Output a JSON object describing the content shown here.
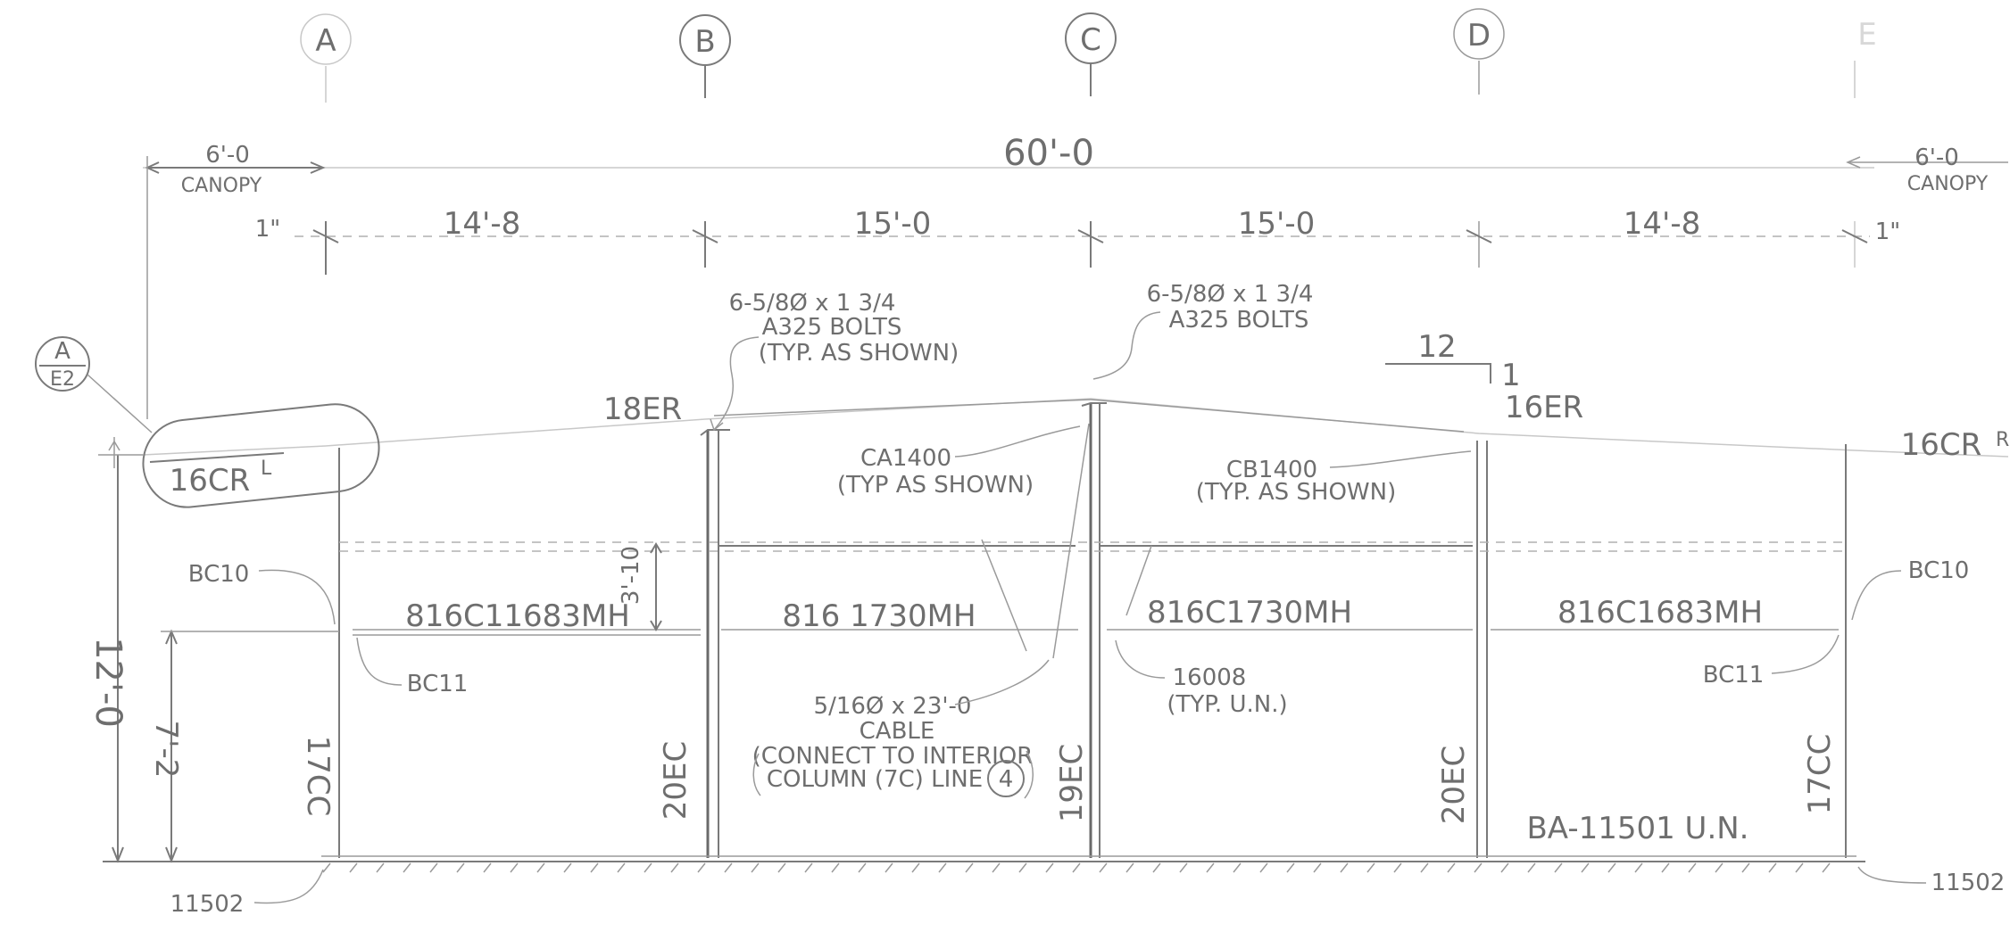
{
  "grid": {
    "a": "A",
    "b": "B",
    "c": "C",
    "d": "D",
    "e": "E"
  },
  "dims": {
    "overall": "60'-0",
    "canopy_left": "6'-0",
    "canopy_left_label": "CANOPY",
    "canopy_right": "6'-0",
    "canopy_right_label": "CANOPY",
    "offset_left": "1\"",
    "offset_right": "1\"",
    "bay_ab": "14'-8",
    "bay_bc": "15'-0",
    "bay_cd": "15'-0",
    "bay_de": "14'-8",
    "height_total": "12'-0",
    "height_eave": "7'-2",
    "girt_drop": "3'-10",
    "pitch_run": "12",
    "pitch_rise": "1"
  },
  "section_mark": {
    "top": "A",
    "bottom": "E2"
  },
  "members": {
    "rafter_left": "18ER",
    "rafter_right": "16ER",
    "canopy_rafter_left": "16CR",
    "canopy_rafter_left_sup": "L",
    "canopy_rafter_right": "16CR",
    "canopy_rafter_right_sup": "R",
    "col_a": "17CC",
    "col_b": "20EC",
    "col_c": "19EC",
    "col_d": "20EC",
    "col_e": "17CC",
    "girt_ab": "816C11683MH",
    "girt_bc": "816 1730MH",
    "girt_cd": "816C1730MH",
    "girt_de": "816C1683MH"
  },
  "callouts": {
    "bolts_b_qty": "6-5/8Ø x 1 3/4",
    "bolts_b_type": "A325 BOLTS",
    "bolts_b_note": "(TYP. AS SHOWN)",
    "bolts_c_qty": "6-5/8Ø x 1 3/4",
    "bolts_c_type": "A325 BOLTS",
    "clip_ca": "CA1400",
    "clip_ca_note": "(TYP AS SHOWN)",
    "clip_cb": "CB1400",
    "clip_cb_note": "(TYP. AS SHOWN)",
    "bc10_left": "BC10",
    "bc10_right": "BC10",
    "bc11_left": "BC11",
    "bc11_right": "BC11",
    "clip_16008": "16008",
    "clip_16008_note": "(TYP. U.N.)",
    "cable_size": "5/16Ø x 23'-0",
    "cable_label": "CABLE",
    "cable_note_1": "(CONNECT TO INTERIOR",
    "cable_note_2": "COLUMN (7C) LINE",
    "cable_line": "4",
    "base_left": "11502",
    "base_right": "11502",
    "base_note": "BA-11501 U.N."
  }
}
